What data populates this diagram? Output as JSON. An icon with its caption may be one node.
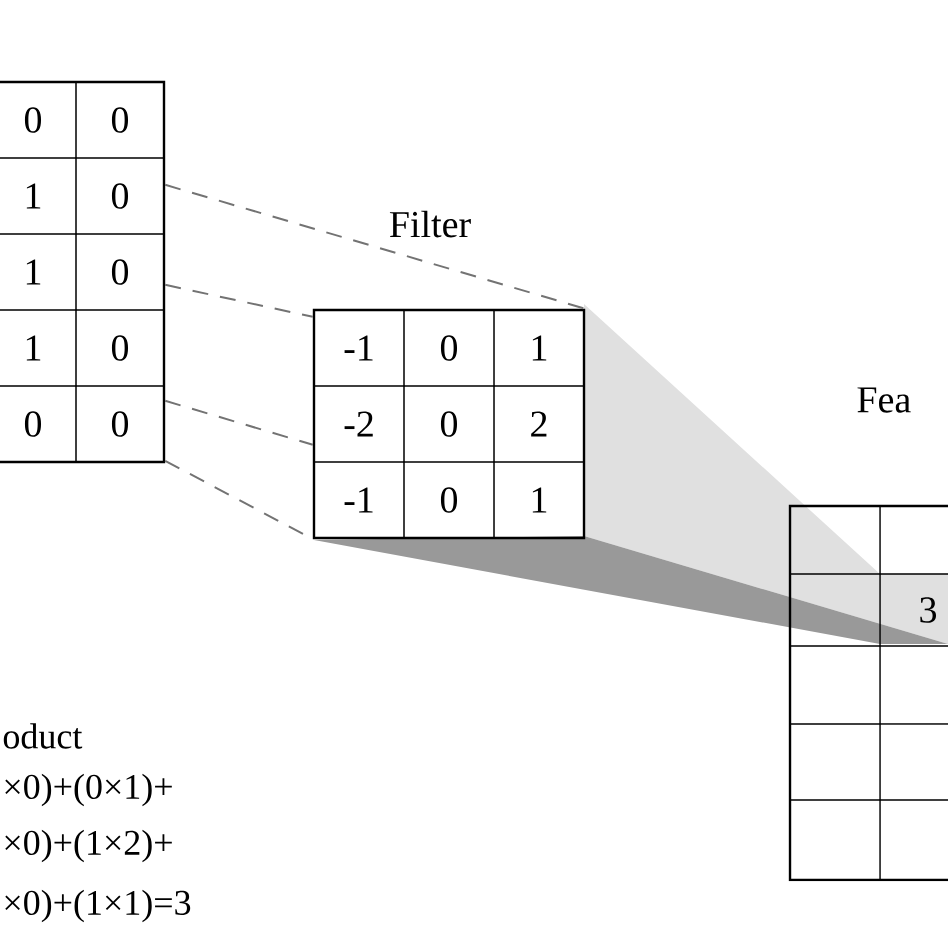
{
  "diagram": {
    "nodes": [
      {
        "text": [],
        "shape": "box"
      },
      {
        "text": [
          "0"
        ],
        "in": 0
      },
      {
        "text": [
          "0"
        ],
        "in": 0
      },
      {
        "text": [
          "1"
        ],
        "in": 0
      },
      {
        "text": [
          "0"
        ],
        "in": 0
      },
      {
        "text": [
          "1"
        ],
        "in": 0
      },
      {
        "text": [
          "0"
        ],
        "in": 0
      },
      {
        "text": [
          "1"
        ],
        "in": 0
      },
      {
        "text": [
          "0"
        ],
        "in": 0
      },
      {
        "text": [
          "0"
        ],
        "in": 0
      },
      {
        "text": [
          "0"
        ],
        "in": 0
      },
      {
        "text": [],
        "shape": "box"
      },
      {
        "text": [
          "-1"
        ],
        "in": 11
      },
      {
        "text": [
          "0"
        ],
        "in": 11
      },
      {
        "text": [
          "1"
        ],
        "in": 11
      },
      {
        "text": [
          "-2"
        ],
        "in": 11
      },
      {
        "text": [
          "0"
        ],
        "in": 11
      },
      {
        "text": [
          "2"
        ],
        "in": 11
      },
      {
        "text": [
          "-1"
        ],
        "in": 11
      },
      {
        "text": [
          "0"
        ],
        "in": 11
      },
      {
        "text": [
          "1"
        ],
        "in": 11
      },
      {
        "text": [],
        "shape": "box"
      },
      {
        "text": [],
        "shape": "box",
        "in": 21
      },
      {
        "text": [],
        "shape": "box",
        "in": 21
      },
      {
        "text": [],
        "shape": "box",
        "in": 21
      },
      {
        "text": [
          "3"
        ],
        "in": 21
      },
      {
        "text": [],
        "shape": "box",
        "in": 21
      },
      {
        "text": [],
        "shape": "box",
        "in": 21
      },
      {
        "text": [],
        "shape": "box",
        "in": 21
      },
      {
        "text": [],
        "shape": "box",
        "in": 21
      },
      {
        "text": [],
        "shape": "box",
        "in": 21
      },
      {
        "text": [],
        "shape": "box",
        "in": 21
      }
    ],
    "edges": [
      {
        "from": 0,
        "to": 11,
        "arrow": "none",
        "style": "dashed"
      },
      {
        "from": 0,
        "to": 11,
        "arrow": "none",
        "style": "dashed"
      },
      {
        "from": 0,
        "to": 11,
        "arrow": "none",
        "style": "dashed"
      },
      {
        "from": 0,
        "to": 11,
        "arrow": "none",
        "style": "dashed"
      }
    ],
    "labels": [
      "Filter",
      "Fea",
      "oduct",
      "×0)+(0×1)+",
      "×0)+(1×2)+",
      "×0)+(1×1)=3"
    ]
  }
}
